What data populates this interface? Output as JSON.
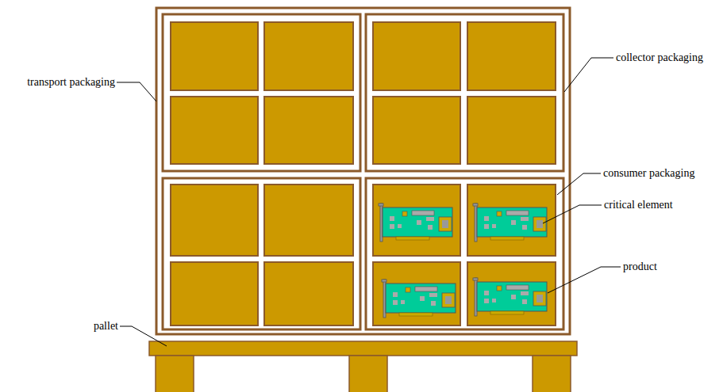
{
  "diagram": {
    "labels": [
      "transport packaging",
      "collector packaging",
      "consumer packaging",
      "critical element",
      "product",
      "pallet"
    ]
  }
}
